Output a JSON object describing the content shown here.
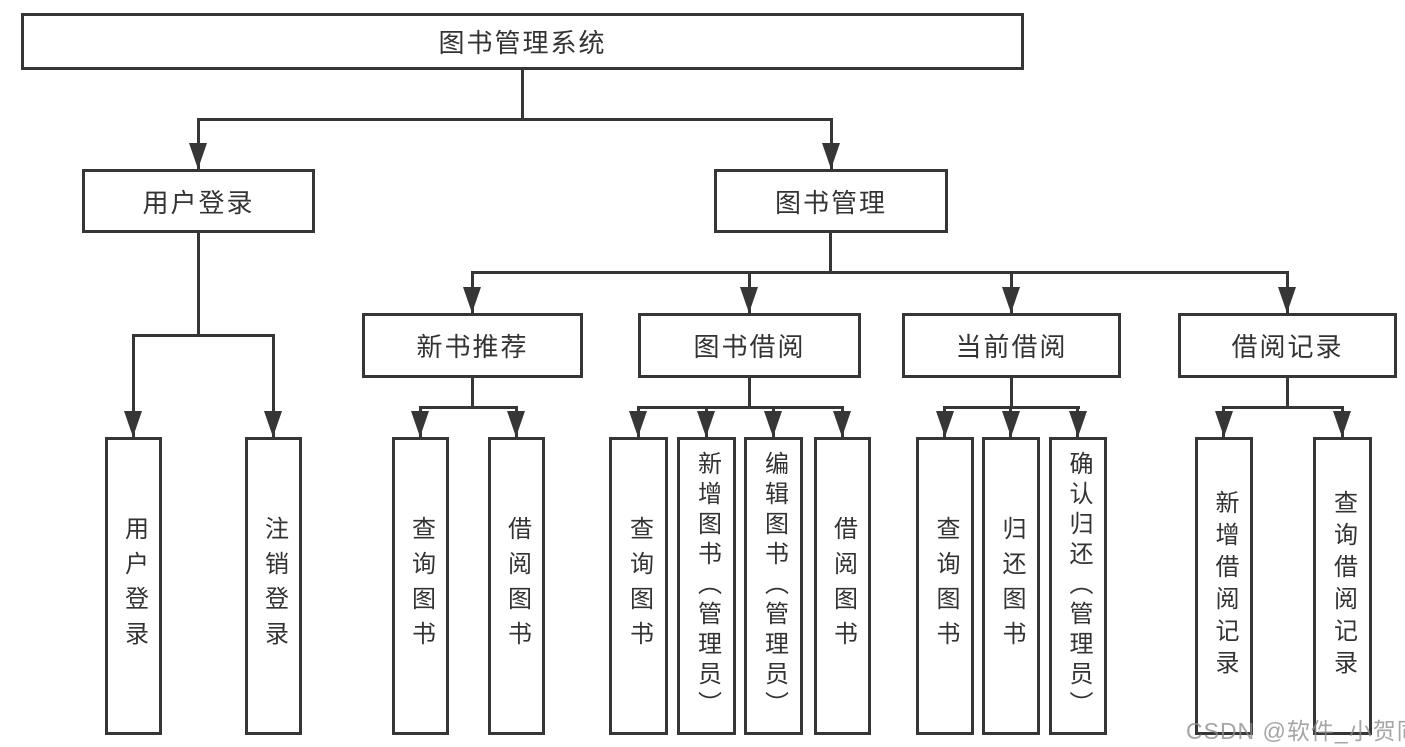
{
  "tree": {
    "root": "图书管理系统",
    "user_login": {
      "label": "用户登录",
      "children": [
        "用户登录",
        "注销登录"
      ]
    },
    "book_mgmt": {
      "label": "图书管理",
      "sections": {
        "new_books": {
          "label": "新书推荐",
          "children": [
            "查询图书",
            "借阅图书"
          ]
        },
        "borrow": {
          "label": "图书借阅",
          "children": [
            "查询图书",
            "新增图书（管理员）",
            "编辑图书（管理员）",
            "借阅图书"
          ]
        },
        "current": {
          "label": "当前借阅",
          "children": [
            "查询图书",
            "归还图书",
            "确认归还（管理员）"
          ]
        },
        "records": {
          "label": "借阅记录",
          "children": [
            "新增借阅记录",
            "查询借阅记录"
          ]
        }
      }
    }
  },
  "watermark": {
    "text": "CSDN @软件_小贺同学"
  },
  "colors": {
    "line": "#363636",
    "text": "#333333",
    "watermark": "#8c8c8c",
    "background": "#ffffff"
  }
}
